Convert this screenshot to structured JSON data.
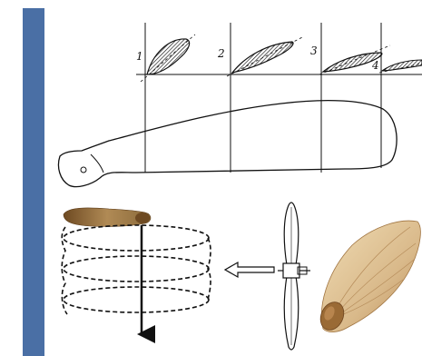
{
  "colors": {
    "accent_bar": "#4a6fa5",
    "ink": "#111111",
    "seed_wing": "#d9b98a",
    "seed_body": "#8a5a2b",
    "seed_top": "#9a7a4a"
  },
  "top_panel": {
    "section_labels": [
      "1",
      "2",
      "3",
      "4"
    ]
  },
  "icons": {
    "blade_plan": "propeller-blade-planform-icon",
    "seed_helix": "spinning-seed-helix-icon",
    "propeller": "propeller-icon",
    "maple_seed": "maple-samara-seed-icon",
    "arrow": "left-arrow-icon"
  }
}
